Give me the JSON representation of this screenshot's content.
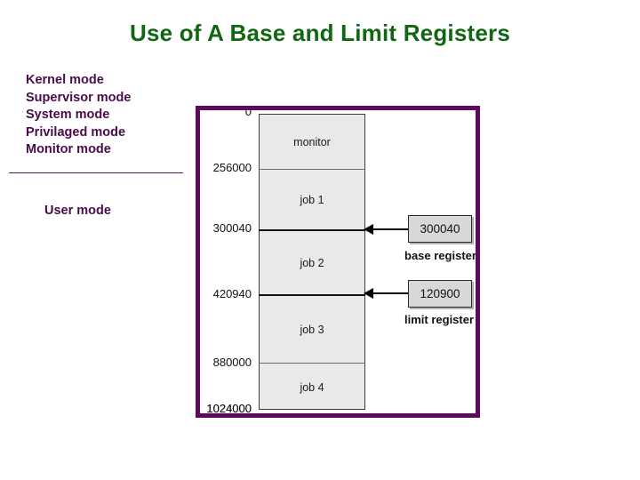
{
  "slide": {
    "title": "Use of A Base and Limit Registers",
    "title_color": "#116611"
  },
  "modes": {
    "privileged_color": "#4B0B4B",
    "privileged_names": [
      "Kernel mode",
      "Supervisor mode",
      "System mode",
      "Privilaged mode",
      "Monitor mode"
    ],
    "user_name": "User mode"
  },
  "diagram": {
    "frame_color": "#5D0A5D",
    "block_fill": "#e9e9e9",
    "register_fill": "#d8d8d8",
    "memory_blocks": [
      {
        "label": "monitor",
        "start": "0",
        "end": "256000"
      },
      {
        "label": "job 1",
        "start": "256000",
        "end": "300040"
      },
      {
        "label": "job 2",
        "start": "300040",
        "end": "420940"
      },
      {
        "label": "job 3",
        "start": "420940",
        "end": "880000"
      },
      {
        "label": "job 4",
        "start": "880000",
        "end": "1024000"
      }
    ],
    "address_labels": [
      "0",
      "256000",
      "300040",
      "420940",
      "880000",
      "1024000"
    ],
    "registers": [
      {
        "value": "300040",
        "caption": "base register",
        "points_to": "300040"
      },
      {
        "value": "120900",
        "caption": "limit register",
        "points_to": "420940"
      }
    ]
  }
}
